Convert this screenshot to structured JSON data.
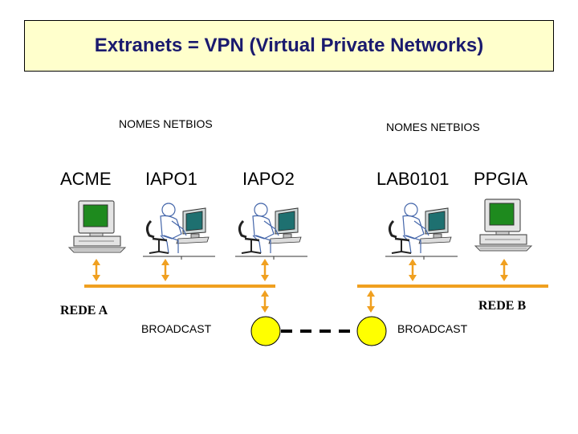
{
  "title": "Extranets = VPN (Virtual Private Networks)",
  "netbios_left": "NOMES NETBIOS",
  "netbios_right": "NOMES NETBIOS",
  "hosts": {
    "acme": "ACME",
    "iapo1": "IAPO1",
    "iapo2": "IAPO2",
    "lab0101": "LAB0101",
    "ppgia": "PPGIA"
  },
  "network_a": "REDE A",
  "network_b": "REDE B",
  "broadcast_left": "BROADCAST",
  "broadcast_right": "BROADCAST",
  "colors": {
    "title_bg": "#ffffcc",
    "title_text": "#1a1a6e",
    "bus": "#f0a020",
    "router": "#ffff00",
    "screen": "#1e8a1e"
  }
}
